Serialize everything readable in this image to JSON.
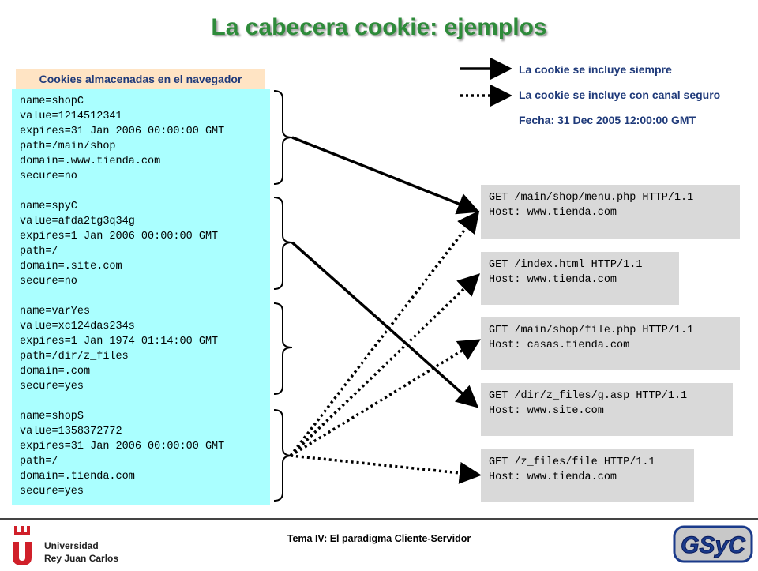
{
  "title": "La cabecera cookie: ejemplos",
  "panel_label": "Cookies almacenadas en el navegador",
  "cookies": [
    {
      "lines": [
        "name=shopC",
        "value=1214512341",
        "expires=31 Jan 2006 00:00:00 GMT",
        "path=/main/shop",
        "domain=.www.tienda.com",
        "secure=no"
      ]
    },
    {
      "lines": [
        "name=spyC",
        "value=afda2tg3q34g",
        "expires=1 Jan 2006 00:00:00 GMT",
        "path=/",
        "domain=.site.com",
        "secure=no"
      ]
    },
    {
      "lines": [
        "name=varYes",
        "value=xc124das234s",
        "expires=1 Jan 1974 01:14:00 GMT",
        "path=/dir/z_files",
        "domain=.com",
        "secure=yes"
      ]
    },
    {
      "lines": [
        "name=shopS",
        "value=1358372772",
        "expires=31 Jan 2006 00:00:00 GMT",
        "path=/",
        "domain=.tienda.com",
        "secure=yes"
      ]
    }
  ],
  "legend": {
    "solid": "La cookie se incluye siempre",
    "dotted": "La cookie se incluye con canal seguro",
    "date": "Fecha: 31 Dec 2005 12:00:00 GMT"
  },
  "requests": [
    {
      "line1": "GET /main/shop/menu.php HTTP/1.1",
      "line2": "Host: www.tienda.com"
    },
    {
      "line1": "GET /index.html HTTP/1.1",
      "line2": "Host: www.tienda.com"
    },
    {
      "line1": "GET /main/shop/file.php HTTP/1.1",
      "line2": "Host: casas.tienda.com"
    },
    {
      "line1": "GET /dir/z_files/g.asp HTTP/1.1",
      "line2": "Host: www.site.com"
    },
    {
      "line1": "GET /z_files/file HTTP/1.1",
      "line2": "Host: www.tienda.com"
    }
  ],
  "footer": "Tema IV: El paradigma Cliente-Servidor",
  "logos": {
    "urjc_line1": "Universidad",
    "urjc_line2": "Rey Juan Carlos",
    "gsyc": "GSyC"
  },
  "colors": {
    "title": "#2e8b3a",
    "legend_text": "#1f3a7a",
    "cookie_panel": "#aaffff",
    "request_box": "#d9d9d9"
  }
}
